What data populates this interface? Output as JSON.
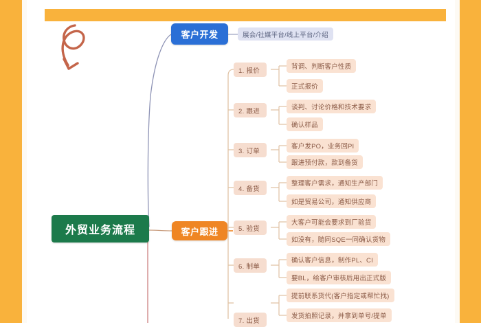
{
  "frame": {
    "border_color": "#f9b23c",
    "top_bar_color": "#f9b23c"
  },
  "decoration": {
    "loop_arrow_color": "#c4654a",
    "loop_arrow_name": "curly-loop-arrow"
  },
  "mindmap": {
    "root": {
      "label": "外贸业务流程",
      "color": "#1c7a4b"
    },
    "branches": [
      {
        "label": "客户开发",
        "color": "#2a6fd6",
        "children": [
          {
            "label": "展会/社媒平台/线上平台/介绍",
            "color": "#dfe2f2"
          }
        ]
      },
      {
        "label": "客户跟进",
        "color": "#ef8624",
        "stages": [
          {
            "label": "1. 报价",
            "details": [
              "背调、判断客户性质",
              "正式报价"
            ]
          },
          {
            "label": "2. 跟进",
            "details": [
              "谈判、讨论价格和技术要求",
              "确认样品"
            ]
          },
          {
            "label": "3. 订单",
            "details": [
              "客户发PO，业务回PI",
              "跟进预付款，款到备货"
            ]
          },
          {
            "label": "4. 备货",
            "details": [
              "整理客户需求，通知生产部门",
              "如是贸易公司，通知供应商"
            ]
          },
          {
            "label": "5. 验货",
            "details": [
              "大客户可能会要求到厂验货",
              "如没有，随同SQE一同确认货物"
            ]
          },
          {
            "label": "6. 制单",
            "details": [
              "确认客户信息，制作PL、CI",
              "要BL，给客户审核后用出正式版"
            ]
          },
          {
            "label": "7. 出货",
            "details": [
              "提前联系货代(客户指定或帮忙找)",
              "发货拍照记录，并拿到单号/提单"
            ]
          }
        ]
      }
    ]
  }
}
